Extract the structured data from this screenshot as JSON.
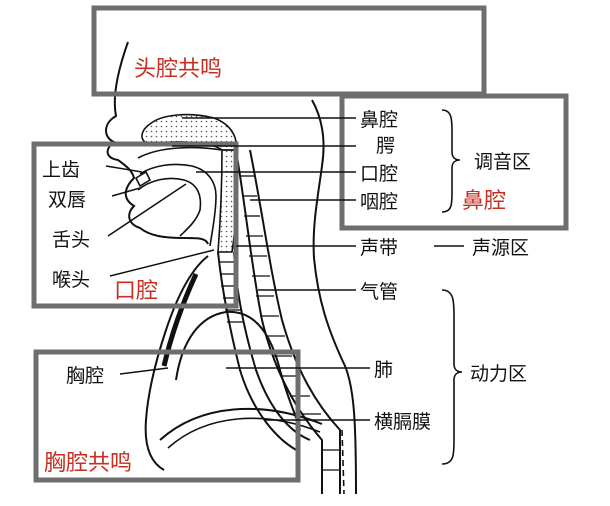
{
  "regions": {
    "head": "头腔共鸣",
    "oral": "口腔",
    "nasal_zone": "鼻腔",
    "chest": "胸腔共鸣"
  },
  "left_labels": {
    "upper_teeth": "上齿",
    "lips": "双唇",
    "tongue": "舌头",
    "larynx": "喉头",
    "thoracic_cavity": "胸腔"
  },
  "right_labels": {
    "nasal_cavity": "鼻腔",
    "palate": "腭",
    "oral_cavity": "口腔",
    "pharynx": "咽腔",
    "vocal_cords": "声带",
    "trachea": "气管",
    "lungs": "肺",
    "diaphragm": "横膈膜"
  },
  "groups": {
    "articulation": "调音区",
    "sound_source": "声源区",
    "power": "动力区"
  },
  "colors": {
    "region_label": "#c62f22",
    "zone_border": "#6e6e6e",
    "line": "#111111"
  }
}
